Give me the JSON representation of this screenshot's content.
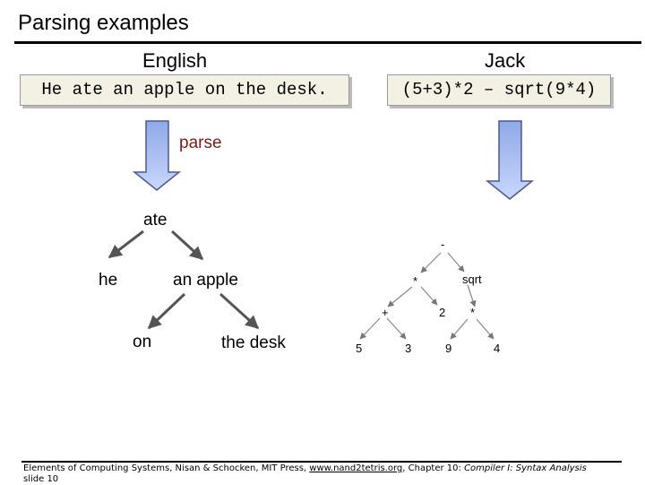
{
  "slide": {
    "title": "Parsing examples",
    "slide_number": "slide 10"
  },
  "english": {
    "heading": "English",
    "sentence": "He ate an apple on the desk.",
    "tree": {
      "root": "ate",
      "subject": "he",
      "object": "an apple",
      "left_leaf": "on",
      "right_leaf": "the desk"
    }
  },
  "jack": {
    "heading": "Jack",
    "expression": "(5+3)*2 – sqrt(9*4)",
    "tree": {
      "root": "-",
      "mul": "*",
      "sqrt": "sqrt",
      "plus": "+",
      "two": "2",
      "mul2": "*",
      "five": "5",
      "three": "3",
      "nine": "9",
      "four": "4"
    }
  },
  "parse_label": "parse",
  "footer": {
    "prefix": "Elements of Computing Systems, Nisan & Schocken, MIT Press,",
    "link": "www.nand2tetris.org",
    "middle": ", Chapter 10:",
    "chapter": "Compiler I: Syntax Analysis"
  },
  "colors": {
    "arrow_fill": "#a9bff5",
    "arrow_stroke": "#4a5a8a",
    "parse_text": "#7b1b1b",
    "sentence_bg": "#f3f1e4"
  }
}
